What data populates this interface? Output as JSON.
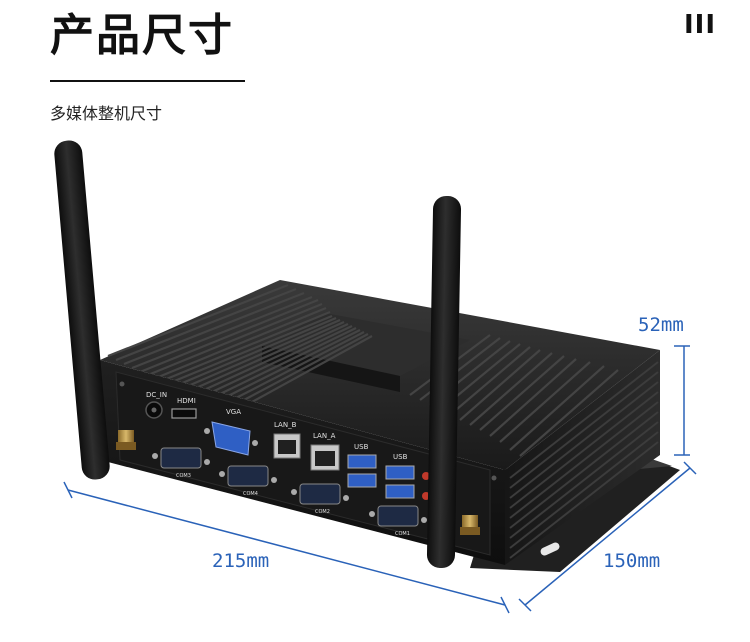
{
  "header": {
    "title": "产品尺寸",
    "marker": "III",
    "subtitle": "多媒体整机尺寸"
  },
  "dimensions": {
    "height": "52mm",
    "width": "215mm",
    "depth": "150mm",
    "color": "#2a62b8"
  },
  "ports": {
    "dc_in": "DC_IN",
    "hdmi": "HDMI",
    "vga": "VGA",
    "lan_b": "LAN_B",
    "lan_a": "LAN_A",
    "usb_1": "USB",
    "usb_2": "USB",
    "com_1": "COM3",
    "com_2": "COM4",
    "com_3": "COM2",
    "com_4": "COM1"
  },
  "colors": {
    "chassis": "#1b1b1b",
    "port_blue": "#2f5fc4",
    "accent_red": "#c0392b"
  }
}
